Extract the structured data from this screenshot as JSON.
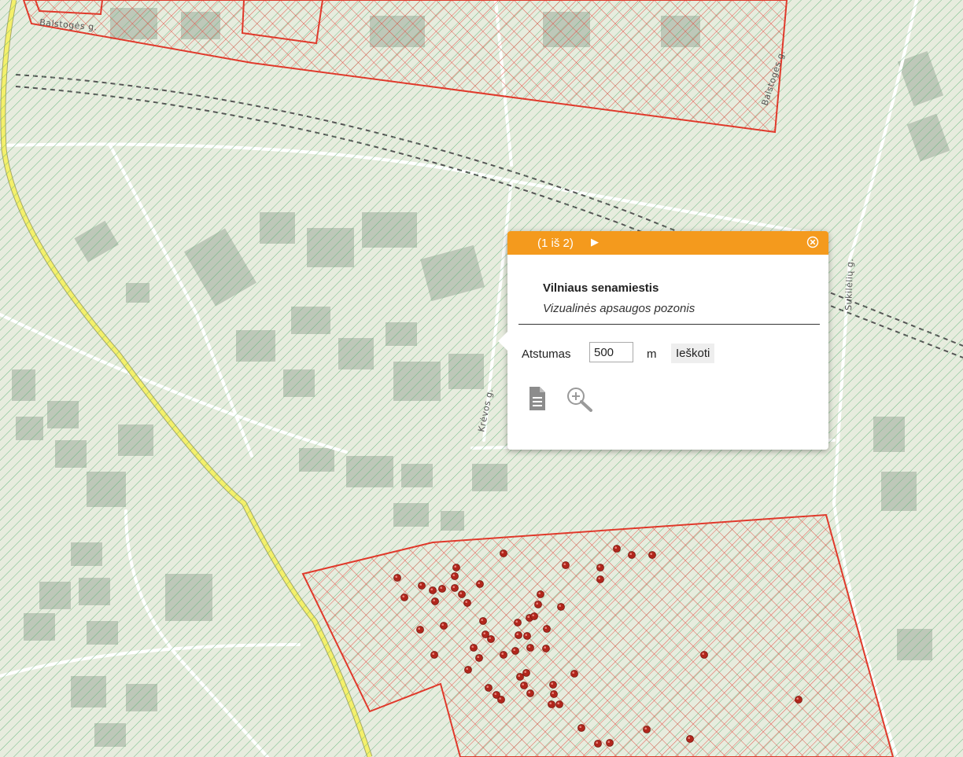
{
  "map": {
    "street_labels": {
      "balstoges_top": "Balstogės g.",
      "balstoges_right": "Balstogės g.",
      "kreivos": "Krėvos g.",
      "sukileliu": "Sukilėlių g."
    },
    "colors": {
      "background": "#e7ecde",
      "hatch_green": "#5cb377",
      "hatch_red": "#e24c40",
      "boundary_red": "#e0392b",
      "building": "#b9c4b5",
      "road_white": "#ffffff",
      "road_yellow": "#f4f06a",
      "marker": "#b1261c"
    }
  },
  "popup": {
    "counter": "(1 iš 2)",
    "next_icon": "triangle-right-icon",
    "close_icon": "close-circle-icon",
    "title": "Vilniaus senamiestis",
    "subtitle": "Vizualinės apsaugos pozonis",
    "distance_label": "Atstumas",
    "distance_value": "500",
    "distance_unit": "m",
    "search_label": "Ieškoti",
    "document_icon": "document-icon",
    "zoom_icon": "zoom-in-icon",
    "colors": {
      "header": "#f49a1d"
    }
  }
}
